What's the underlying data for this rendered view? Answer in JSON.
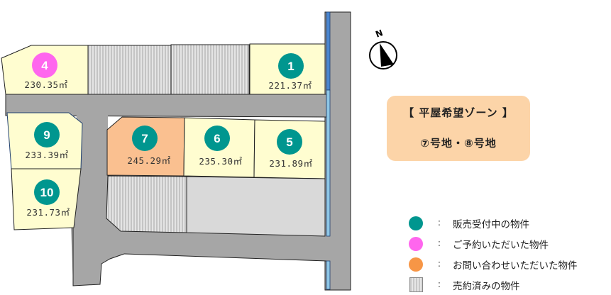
{
  "map": {
    "lots": [
      {
        "id": "1",
        "number": "1",
        "area": "221.37㎡",
        "status": "available"
      },
      {
        "id": "4",
        "number": "4",
        "area": "230.35㎡",
        "status": "reserved"
      },
      {
        "id": "5",
        "number": "5",
        "area": "231.89㎡",
        "status": "available"
      },
      {
        "id": "6",
        "number": "6",
        "area": "235.30㎡",
        "status": "available"
      },
      {
        "id": "7",
        "number": "7",
        "area": "245.29㎡",
        "status": "inquiry"
      },
      {
        "id": "9",
        "number": "9",
        "area": "233.39㎡",
        "status": "available"
      },
      {
        "id": "10",
        "number": "10",
        "area": "231.73㎡",
        "status": "available"
      }
    ],
    "sold_lots": 3,
    "compass_label": "N"
  },
  "zone": {
    "title": "【 平屋希望ゾーン 】",
    "lots": "⑦号地・⑧号地",
    "color": "#fcd4a8"
  },
  "legend": {
    "items": [
      {
        "symbol": "teal-circle",
        "color": "#00968f",
        "colon": ":",
        "label": "販売受付中の物件"
      },
      {
        "symbol": "pink-circle",
        "color": "#ff66ee",
        "colon": ":",
        "label": "ご予約いただいた物件"
      },
      {
        "symbol": "orange-circle",
        "color": "#f79646",
        "colon": ":",
        "label": "お問い合わせいただいた物件"
      },
      {
        "symbol": "striped-square",
        "color": "#c8c8c8",
        "colon": ":",
        "label": "売約済みの物件"
      }
    ]
  },
  "colors": {
    "available_marker": "#00968f",
    "reserved_marker": "#ff66ee",
    "inquiry_lot": "#fac090",
    "lot_fill": "#fffdd0",
    "road": "#a6a6a6",
    "waterway": "#5b9bd5",
    "vacant_lot": "#d9d9d9"
  }
}
